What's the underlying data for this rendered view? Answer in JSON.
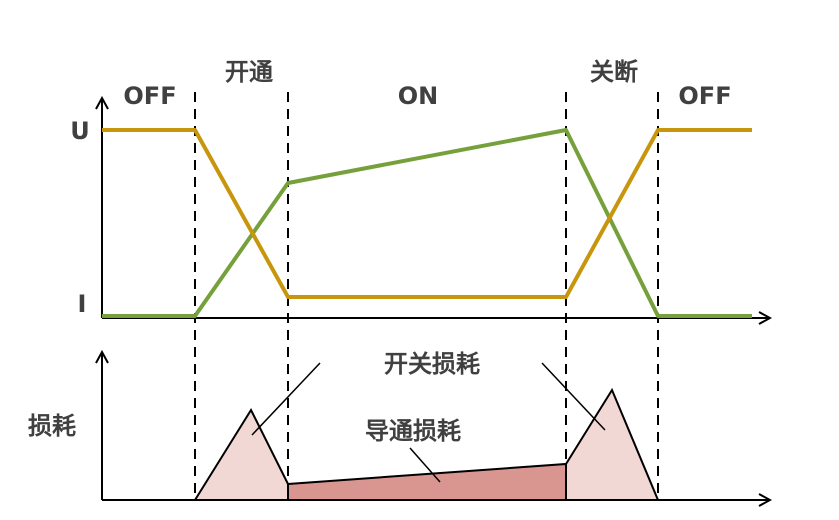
{
  "phases": {
    "off_left": "OFF",
    "turn_on": "开通",
    "on": "ON",
    "turn_off": "关断",
    "off_right": "OFF"
  },
  "axis_labels": {
    "voltage": "U",
    "current": "I",
    "loss": "损耗"
  },
  "annotations": {
    "switching_loss": "开关损耗",
    "conduction_loss": "导通损耗"
  },
  "colors": {
    "voltage": "#C8960C",
    "current": "#76A03C",
    "switching_loss_fill": "#F2D8D5",
    "conduction_loss_fill": "#D99590",
    "axis": "#000000",
    "text": "#404040"
  }
}
